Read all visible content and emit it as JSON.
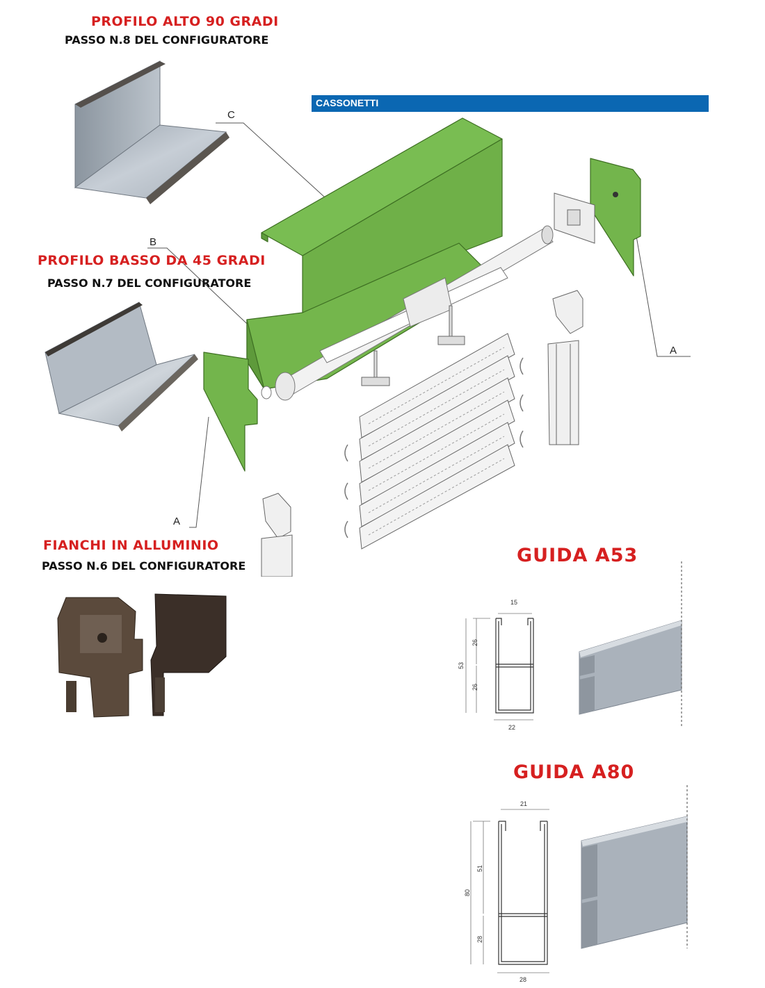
{
  "sections": {
    "profilo_alto": {
      "title": "PROFILO ALTO 90 GRADI",
      "step": "PASSO N.8 DEL CONFIGURATORE"
    },
    "profilo_basso": {
      "title": "PROFILO BASSO DA 45 GRADI",
      "step": "PASSO N.7 DEL CONFIGURATORE"
    },
    "fianchi": {
      "title": "FIANCHI IN ALLUMINIO",
      "step": "PASSO N.6 DEL CONFIGURATORE"
    }
  },
  "banner": {
    "label": "CASSONETTI",
    "color": "#0b67b2"
  },
  "callouts": {
    "c": "C",
    "b": "B",
    "a_right": "A",
    "a_left": "A"
  },
  "guida_a53": {
    "title": "GUIDA A53",
    "dims": {
      "top": "15",
      "upper": "26",
      "lower": "26",
      "total": "53",
      "bottom": "22"
    }
  },
  "guida_a80": {
    "title": "GUIDA A80",
    "dims": {
      "top": "21",
      "upper": "51",
      "lower": "28",
      "total": "80",
      "bottom": "28"
    }
  },
  "colors": {
    "accent_red": "#d62020",
    "cassonetto_green": "#76b852",
    "metal": "#b8c0c8"
  }
}
